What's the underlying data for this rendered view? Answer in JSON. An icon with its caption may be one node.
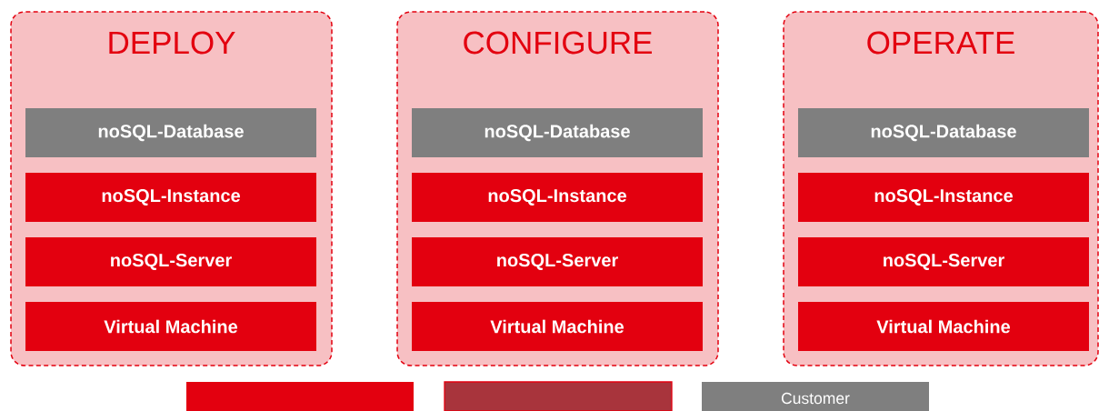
{
  "diagram": {
    "nodes": [
      {
        "text": [
          "DEPLOY"
        ]
      },
      {
        "text": [
          "noSQL-Database"
        ],
        "in": 0
      },
      {
        "text": [
          "noSQL-Instance"
        ],
        "in": 0
      },
      {
        "text": [
          "noSQL-Server"
        ],
        "in": 0
      },
      {
        "text": [
          "Virtual Machine"
        ],
        "in": 0
      },
      {
        "text": [
          "CONFIGURE"
        ]
      },
      {
        "text": [
          "noSQL-Database"
        ],
        "in": 5
      },
      {
        "text": [
          "noSQL-Instance"
        ],
        "in": 5
      },
      {
        "text": [
          "noSQL-Server"
        ],
        "in": 5
      },
      {
        "text": [
          "Virtual Machine"
        ],
        "in": 5
      },
      {
        "text": [
          "OPERATE"
        ]
      },
      {
        "text": [
          "noSQL-Database"
        ],
        "in": 10
      },
      {
        "text": [
          "noSQL-Instance"
        ],
        "in": 10
      },
      {
        "text": [
          "noSQL-Server"
        ],
        "in": 10
      },
      {
        "text": [
          "Virtual Machine"
        ],
        "in": 10
      }
    ],
    "legend": [
      {
        "text": "Customer",
        "color": "#7f7f7f"
      }
    ]
  }
}
